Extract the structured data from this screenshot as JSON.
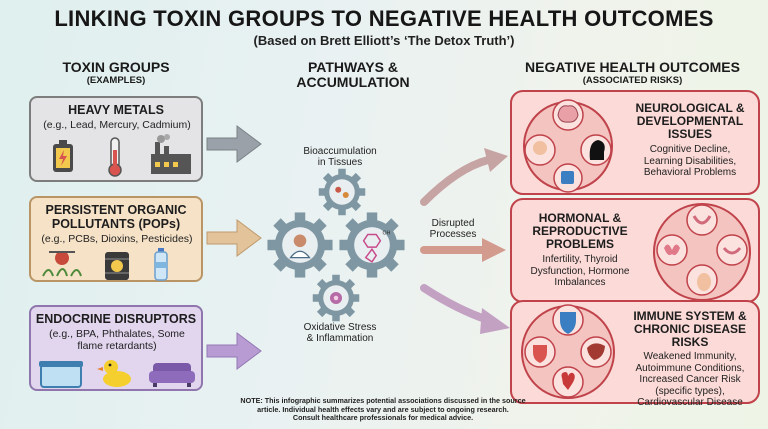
{
  "title": "LINKING TOXIN GROUPS TO NEGATIVE HEALTH OUTCOMES",
  "subtitle": "(Based on Brett Elliott’s ‘The Detox Truth’)",
  "columns": {
    "left": {
      "title": "TOXIN GROUPS",
      "sub": "(EXAMPLES)"
    },
    "middle": {
      "title_1": "PATHWAYS &",
      "title_2": "ACCUMULATION"
    },
    "right": {
      "title": "NEGATIVE HEALTH OUTCOMES",
      "sub": "(ASSOCIATED RISKS)"
    }
  },
  "toxin_groups": [
    {
      "title_1": "HEAVY METALS",
      "title_2": "",
      "ex_1": "(e.g., Lead, Mercury, Cadmium)",
      "ex_2": ""
    },
    {
      "title_1": "PERSISTENT ORGANIC",
      "title_2": "POLLUTANTS (POPs)",
      "ex_1": "(e.g., PCBs, Dioxins, Pesticides)",
      "ex_2": ""
    },
    {
      "title_1": "ENDOCRINE DISRUPTORS",
      "title_2": "",
      "ex_1": "(e.g., BPA, Phthalates, Some",
      "ex_2": "flame retardants)"
    }
  ],
  "pathways": {
    "bioaccumulation_1": "Bioaccumulation",
    "bioaccumulation_2": "in Tissues",
    "disrupted_1": "Disrupted",
    "disrupted_2": "Processes",
    "oxidative_1": "Oxidative Stress",
    "oxidative_2": "& Inflammation",
    "molecule_oh": "OH"
  },
  "outcomes": [
    {
      "t1": "NEUROLOGICAL &",
      "t2": "DEVELOPMENTAL",
      "t3": "ISSUES",
      "d1": "Cognitive Decline,",
      "d2": "Learning Disabilities,",
      "d3": "Behavioral Problems",
      "d4": ""
    },
    {
      "t1": "HORMONAL &",
      "t2": "REPRODUCTIVE",
      "t3": "PROBLEMS",
      "d1": "Infertility, Thyroid",
      "d2": "Dysfunction, Hormone",
      "d3": "Imbalances",
      "d4": ""
    },
    {
      "t1": "IMMUNE SYSTEM &",
      "t2": "CHRONIC DISEASE",
      "t3": "RISKS",
      "d1": "Weakened Immunity,",
      "d2": "Autoimmune Conditions,",
      "d3": "Increased Cancer Risk",
      "d4": "(specific types),",
      "d5": "Cardiovascular Disease"
    }
  ],
  "note_1": "NOTE: This infographic summarizes potential associations discussed in the source",
  "note_2": "article. Individual health effects vary and are subject to ongoing research.",
  "note_3": "Consult healthcare professionals for medical advice.",
  "colors": {
    "heavy_metals_bg": "#e4e4e6",
    "pops_bg": "#f6e2c7",
    "endocrine_bg": "#e2d5ee",
    "outcome_bg": "#fbd9d6",
    "outcome_border": "#c0424a",
    "gear": "#6f8a97"
  }
}
